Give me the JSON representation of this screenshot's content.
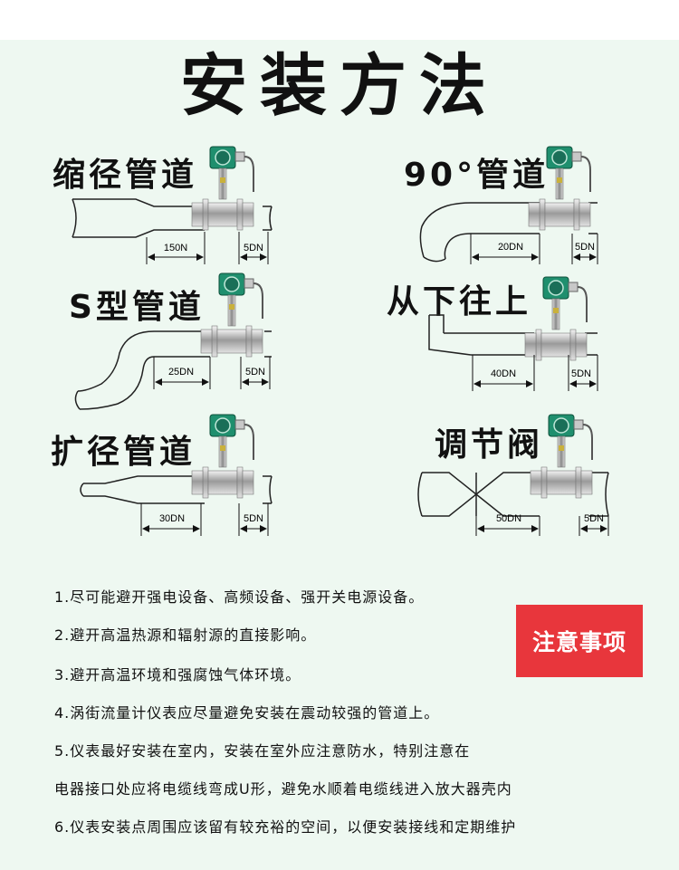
{
  "title": "安装方法",
  "cases": [
    {
      "label": "缩径管道",
      "upstream": "150N",
      "downstream": "5DN"
    },
    {
      "label": "90°管道",
      "upstream": "20DN",
      "downstream": "5DN"
    },
    {
      "label": "S型管道",
      "upstream": "25DN",
      "downstream": "5DN"
    },
    {
      "label": "从下往上",
      "upstream": "40DN",
      "downstream": "5DN"
    },
    {
      "label": "扩径管道",
      "upstream": "30DN",
      "downstream": "5DN"
    },
    {
      "label": "调节阀",
      "upstream": "50DN",
      "downstream": "5DN"
    }
  ],
  "notes": [
    "1.尽可能避开强电设备、高频设备、强开关电源设备。",
    "2.避开高温热源和辐射源的直接影响。",
    "3.避开高温环境和强腐蚀气体环境。",
    "4.涡街流量计仪表应尽量避免安装在震动较强的管道上。",
    "5.仪表最好安装在室内，安装在室外应注意防水，特别注意在",
    "电器接口处应将电缆线弯成U形，避免水顺着电缆线进入放大器壳内",
    "6.仪表安装点周围应该留有较充裕的空间，以便安装接线和定期维护"
  ],
  "warning_label": "注意事项",
  "colors": {
    "background": "#eef8f1",
    "warning": "#e8363c",
    "meter_head": "#1f8f6e"
  }
}
